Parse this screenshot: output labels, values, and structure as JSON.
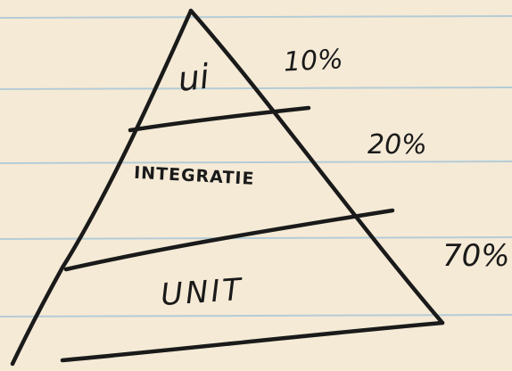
{
  "colors": {
    "paper": "#f5ead6",
    "ruled_line": "#9fc3d6",
    "ink": "#1a1a1a"
  },
  "pyramid": {
    "layers": [
      {
        "label": "ui",
        "percent": "10%"
      },
      {
        "label": "INTEGRATIE",
        "percent": "20%"
      },
      {
        "label": "UNIT",
        "percent": "70%"
      }
    ]
  }
}
